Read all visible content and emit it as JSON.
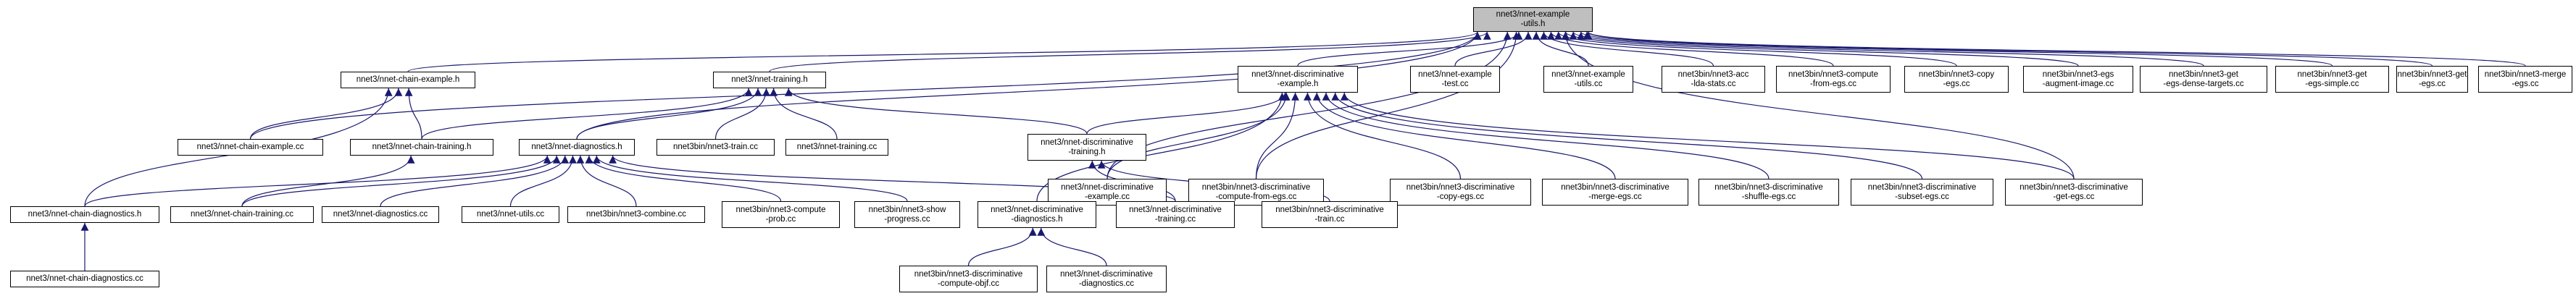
{
  "graph": {
    "nodes": [
      {
        "id": "root",
        "lines": [
          "nnet3/nnet-example",
          "-utils.h"
        ],
        "root": true
      },
      {
        "id": "chain_h",
        "lines": [
          "nnet3/nnet-chain-example.h"
        ]
      },
      {
        "id": "training_h",
        "lines": [
          "nnet3/nnet-training.h"
        ]
      },
      {
        "id": "disc_ex_h",
        "lines": [
          "nnet3/nnet-discriminative",
          "-example.h"
        ]
      },
      {
        "id": "ex_test",
        "lines": [
          "nnet3/nnet-example",
          "-test.cc"
        ]
      },
      {
        "id": "ex_utils",
        "lines": [
          "nnet3/nnet-example",
          "-utils.cc"
        ]
      },
      {
        "id": "acc_lda",
        "lines": [
          "nnet3bin/nnet3-acc",
          "-lda-stats.cc"
        ]
      },
      {
        "id": "compute_egs",
        "lines": [
          "nnet3bin/nnet3-compute",
          "-from-egs.cc"
        ]
      },
      {
        "id": "copy_egs",
        "lines": [
          "nnet3bin/nnet3-copy",
          "-egs.cc"
        ]
      },
      {
        "id": "aug",
        "lines": [
          "nnet3bin/nnet3-egs",
          "-augment-image.cc"
        ]
      },
      {
        "id": "dense",
        "lines": [
          "nnet3bin/nnet3-get",
          "-egs-dense-targets.cc"
        ]
      },
      {
        "id": "simple",
        "lines": [
          "nnet3bin/nnet3-get",
          "-egs-simple.cc"
        ]
      },
      {
        "id": "get_egs",
        "lines": [
          "nnet3bin/nnet3-get",
          "-egs.cc"
        ]
      },
      {
        "id": "merge",
        "lines": [
          "nnet3bin/nnet3-merge",
          "-egs.cc"
        ]
      },
      {
        "id": "chain_ex_cc",
        "lines": [
          "nnet3/nnet-chain-example.cc"
        ]
      },
      {
        "id": "chain_train_h",
        "lines": [
          "nnet3/nnet-chain-training.h"
        ]
      },
      {
        "id": "diag_h",
        "lines": [
          "nnet3/nnet-diagnostics.h"
        ]
      },
      {
        "id": "train_cc",
        "lines": [
          "nnet3bin/nnet3-train.cc"
        ]
      },
      {
        "id": "training_cc",
        "lines": [
          "nnet3/nnet-training.cc"
        ]
      },
      {
        "id": "disc_train_h",
        "lines": [
          "nnet3/nnet-discriminative",
          "-training.h"
        ]
      },
      {
        "id": "disc_ex_cc",
        "lines": [
          "nnet3/nnet-discriminative",
          "-example.cc"
        ]
      },
      {
        "id": "disc_compute",
        "lines": [
          "nnet3bin/nnet3-discriminative",
          "-compute-from-egs.cc"
        ]
      },
      {
        "id": "disc_copy",
        "lines": [
          "nnet3bin/nnet3-discriminative",
          "-copy-egs.cc"
        ]
      },
      {
        "id": "disc_merge",
        "lines": [
          "nnet3bin/nnet3-discriminative",
          "-merge-egs.cc"
        ]
      },
      {
        "id": "disc_shuffle",
        "lines": [
          "nnet3bin/nnet3-discriminative",
          "-shuffle-egs.cc"
        ]
      },
      {
        "id": "disc_subset",
        "lines": [
          "nnet3bin/nnet3-discriminative",
          "-subset-egs.cc"
        ]
      },
      {
        "id": "disc_get",
        "lines": [
          "nnet3bin/nnet3-discriminative",
          "-get-egs.cc"
        ]
      },
      {
        "id": "chain_diag_h",
        "lines": [
          "nnet3/nnet-chain-diagnostics.h"
        ]
      },
      {
        "id": "chain_train_cc",
        "lines": [
          "nnet3/nnet-chain-training.cc"
        ]
      },
      {
        "id": "diag_cc",
        "lines": [
          "nnet3/nnet-diagnostics.cc"
        ]
      },
      {
        "id": "utils_cc",
        "lines": [
          "nnet3/nnet-utils.cc"
        ]
      },
      {
        "id": "combine",
        "lines": [
          "nnet3bin/nnet3-combine.cc"
        ]
      },
      {
        "id": "compute_prob",
        "lines": [
          "nnet3bin/nnet3-compute",
          "-prob.cc"
        ]
      },
      {
        "id": "show_prog",
        "lines": [
          "nnet3bin/nnet3-show",
          "-progress.cc"
        ]
      },
      {
        "id": "disc_diag_h",
        "lines": [
          "nnet3/nnet-discriminative",
          "-diagnostics.h"
        ]
      },
      {
        "id": "disc_training_cc",
        "lines": [
          "nnet3/nnet-discriminative",
          "-training.cc"
        ]
      },
      {
        "id": "disc_train_bin",
        "lines": [
          "nnet3bin/nnet3-discriminative",
          "-train.cc"
        ]
      },
      {
        "id": "chain_diag_cc",
        "lines": [
          "nnet3/nnet-chain-diagnostics.cc"
        ]
      },
      {
        "id": "disc_objf",
        "lines": [
          "nnet3bin/nnet3-discriminative",
          "-compute-objf.cc"
        ]
      },
      {
        "id": "disc_diag_cc",
        "lines": [
          "nnet3/nnet-discriminative",
          "-diagnostics.cc"
        ]
      }
    ],
    "edges": [
      [
        "chain_h",
        "root"
      ],
      [
        "training_h",
        "root"
      ],
      [
        "disc_ex_h",
        "root"
      ],
      [
        "ex_test",
        "root"
      ],
      [
        "ex_utils",
        "root"
      ],
      [
        "acc_lda",
        "root"
      ],
      [
        "compute_egs",
        "root"
      ],
      [
        "copy_egs",
        "root"
      ],
      [
        "aug",
        "root"
      ],
      [
        "dense",
        "root"
      ],
      [
        "simple",
        "root"
      ],
      [
        "get_egs",
        "root"
      ],
      [
        "merge",
        "root"
      ],
      [
        "chain_ex_cc",
        "root"
      ],
      [
        "diag_h",
        "root"
      ],
      [
        "disc_ex_cc",
        "root"
      ],
      [
        "disc_compute",
        "root"
      ],
      [
        "disc_get",
        "root"
      ],
      [
        "chain_ex_cc",
        "chain_h"
      ],
      [
        "chain_train_h",
        "chain_h"
      ],
      [
        "chain_diag_h",
        "chain_h"
      ],
      [
        "chain_train_h",
        "training_h"
      ],
      [
        "diag_h",
        "training_h"
      ],
      [
        "train_cc",
        "training_h"
      ],
      [
        "training_cc",
        "training_h"
      ],
      [
        "disc_train_h",
        "training_h"
      ],
      [
        "disc_train_h",
        "disc_ex_h"
      ],
      [
        "disc_ex_cc",
        "disc_ex_h"
      ],
      [
        "disc_compute",
        "disc_ex_h"
      ],
      [
        "disc_copy",
        "disc_ex_h"
      ],
      [
        "disc_merge",
        "disc_ex_h"
      ],
      [
        "disc_shuffle",
        "disc_ex_h"
      ],
      [
        "disc_subset",
        "disc_ex_h"
      ],
      [
        "disc_get",
        "disc_ex_h"
      ],
      [
        "disc_diag_h",
        "disc_ex_h"
      ],
      [
        "chain_diag_h",
        "diag_h"
      ],
      [
        "chain_train_cc",
        "diag_h"
      ],
      [
        "diag_cc",
        "diag_h"
      ],
      [
        "utils_cc",
        "diag_h"
      ],
      [
        "combine",
        "diag_h"
      ],
      [
        "compute_prob",
        "diag_h"
      ],
      [
        "show_prog",
        "diag_h"
      ],
      [
        "disc_training_cc",
        "diag_h"
      ],
      [
        "chain_train_cc",
        "chain_train_h"
      ],
      [
        "disc_training_cc",
        "disc_train_h"
      ],
      [
        "disc_train_bin",
        "disc_train_h"
      ],
      [
        "chain_diag_cc",
        "chain_diag_h"
      ],
      [
        "disc_objf",
        "disc_diag_h"
      ],
      [
        "disc_diag_cc",
        "disc_diag_h"
      ]
    ]
  }
}
